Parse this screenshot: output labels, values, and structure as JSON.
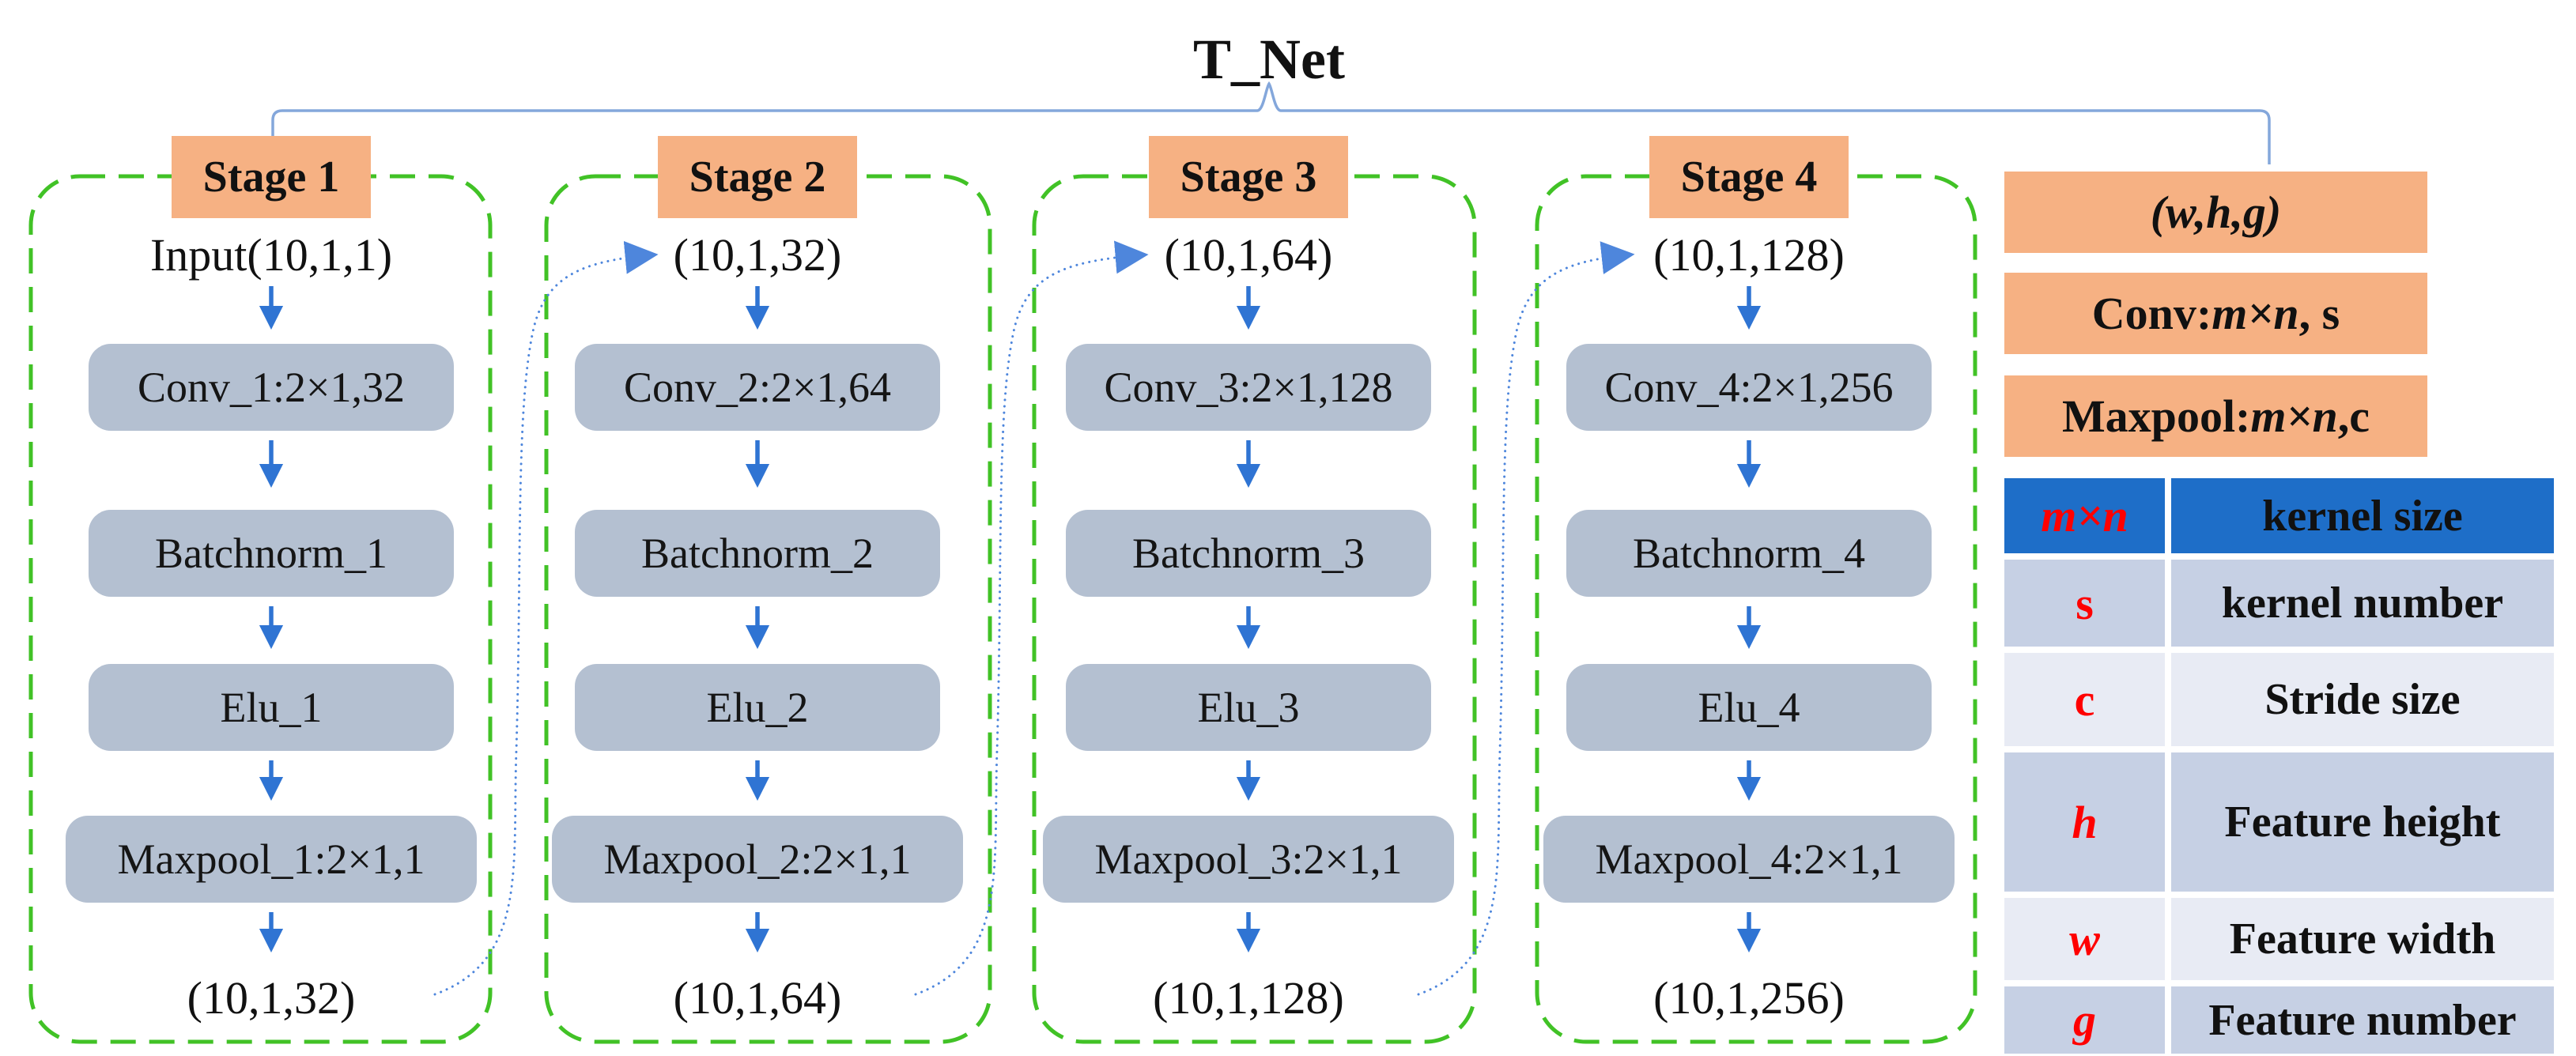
{
  "title": "T_Net",
  "stages": [
    {
      "label": "Stage 1",
      "input": "Input(10,1,1)",
      "conv": "Conv_1:2×1,32",
      "batchnorm": "Batchnorm_1",
      "elu": "Elu_1",
      "maxpool": "Maxpool_1:2×1,1",
      "output": "(10,1,32)"
    },
    {
      "label": "Stage 2",
      "input": "(10,1,32)",
      "conv": "Conv_2:2×1,64",
      "batchnorm": "Batchnorm_2",
      "elu": "Elu_2",
      "maxpool": "Maxpool_2:2×1,1",
      "output": "(10,1,64)"
    },
    {
      "label": "Stage 3",
      "input": "(10,1,64)",
      "conv": "Conv_3:2×1,128",
      "batchnorm": "Batchnorm_3",
      "elu": "Elu_3",
      "maxpool": "Maxpool_3:2×1,1",
      "output": "(10,1,128)"
    },
    {
      "label": "Stage 4",
      "input": "(10,1,128)",
      "conv": "Conv_4:2×1,256",
      "batchnorm": "Batchnorm_4",
      "elu": "Elu_4",
      "maxpool": "Maxpool_4:2×1,1",
      "output": "(10,1,256)"
    }
  ],
  "legend": {
    "shape_box": "(w,h,g)",
    "conv_box": {
      "prefix": "Conv:",
      "mn": "m×n",
      "suffix": ", s"
    },
    "maxpool_box": {
      "prefix": "Maxpool:",
      "mn": "m×n",
      "suffix": ",c"
    },
    "table": {
      "header": {
        "symbol": "m×n",
        "meaning": "kernel size"
      },
      "rows": [
        {
          "symbol": "s",
          "meaning": "kernel number"
        },
        {
          "symbol": "c",
          "meaning": "Stride size"
        },
        {
          "symbol": "h",
          "meaning": "Feature height"
        },
        {
          "symbol": "w",
          "meaning": "Feature width"
        },
        {
          "symbol": "g",
          "meaning": "Feature number"
        }
      ]
    }
  },
  "colors": {
    "accent_orange": "#F6B183",
    "box_gray": "#B4C0D1",
    "dash_green": "#41C226",
    "arrow_blue": "#2F74D3",
    "curve_blue": "#4E86DC",
    "bracket_blue": "#84A7DB",
    "table_header_blue": "#1E6EC8",
    "row_dark": "#C6D0E4",
    "row_light": "#E8EBF4",
    "symbol_red": "#FF0000"
  }
}
